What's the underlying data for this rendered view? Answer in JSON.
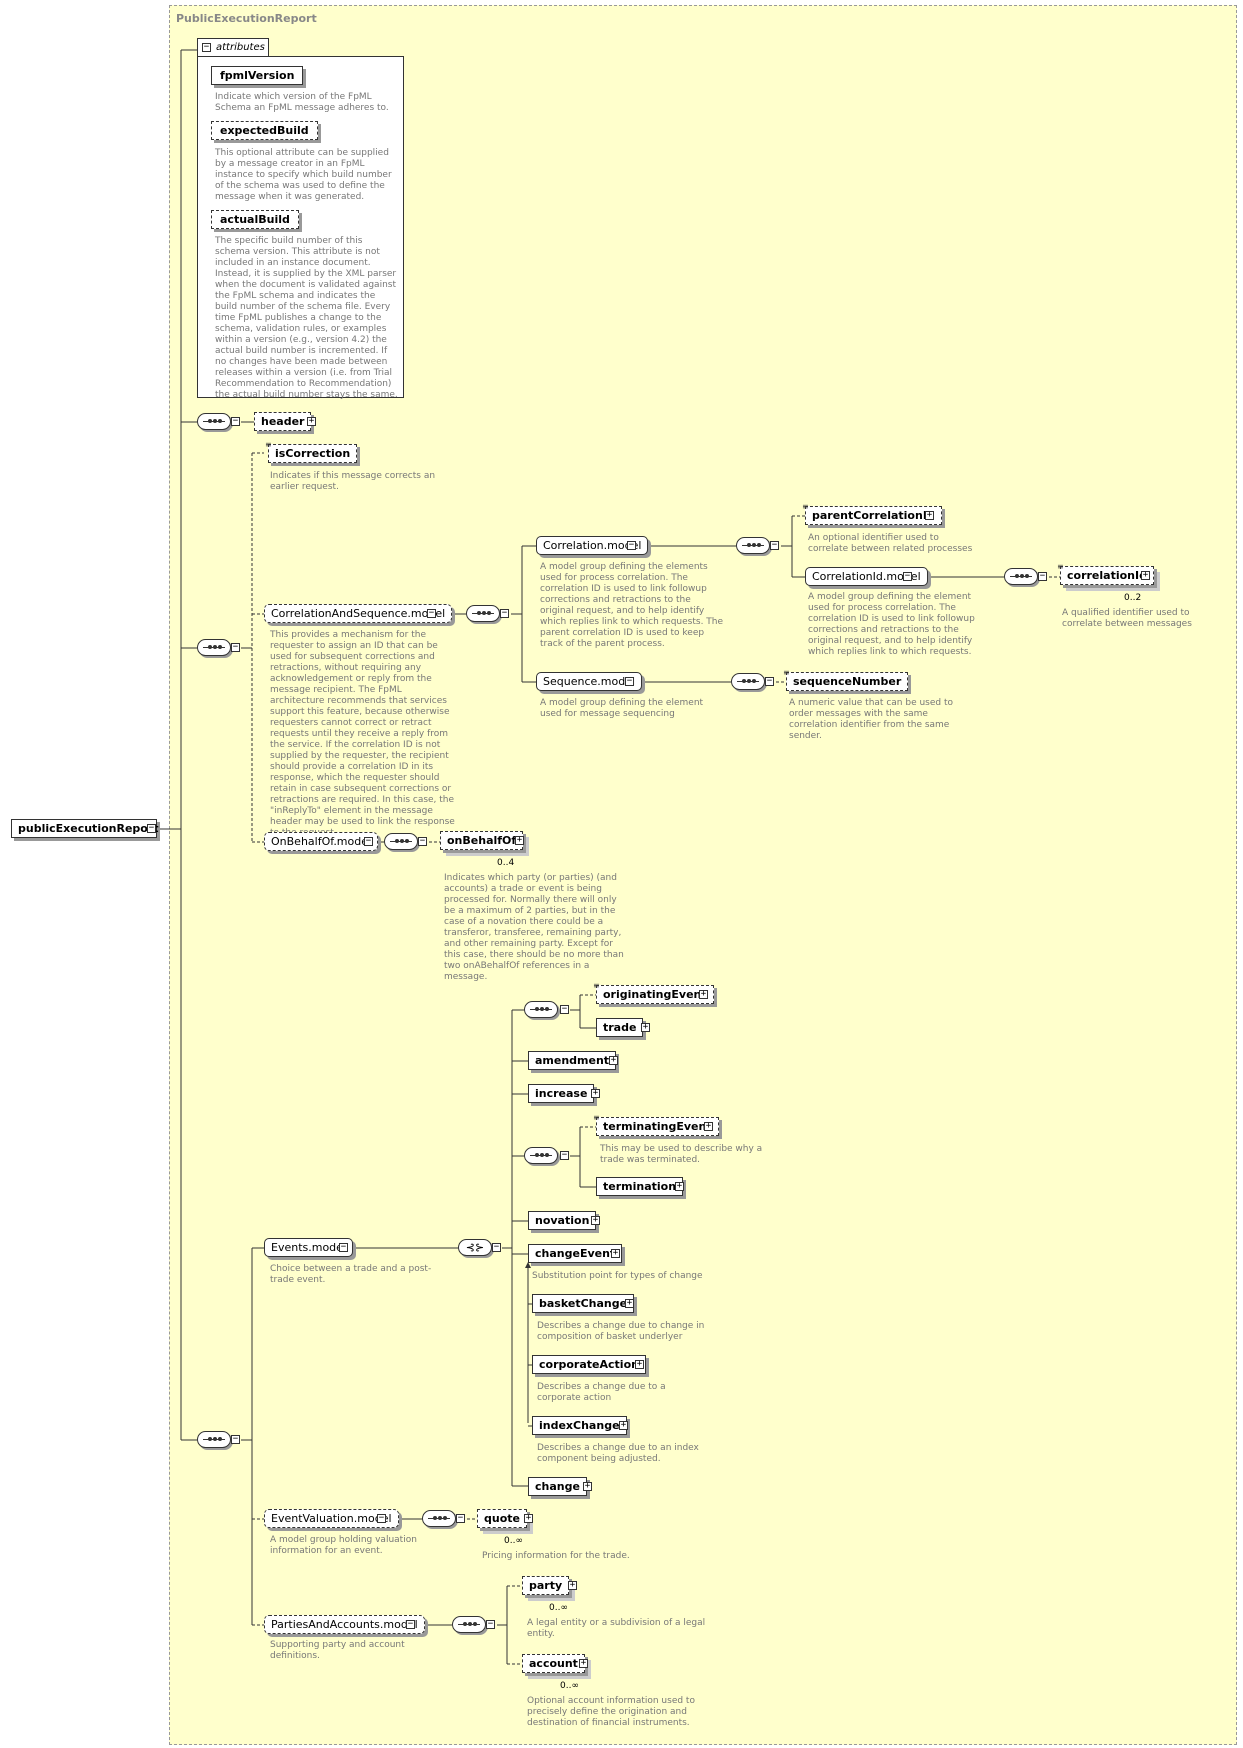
{
  "diagram": {
    "panel_title": "PublicExecutionReport",
    "root": "publicExecutionReport",
    "attributes": {
      "tab_label": "attributes",
      "items": [
        {
          "name": "fpmlVersion",
          "desc": "Indicate which version of the FpML Schema an FpML message adheres to."
        },
        {
          "name": "expectedBuild",
          "desc": "This optional attribute can be supplied by a message creator in an FpML instance to specify which build number of the schema was used to define the message when it was generated."
        },
        {
          "name": "actualBuild",
          "desc": "The specific build number of this schema version. This attribute is not included in an instance document. Instead, it is supplied by the XML parser when the document is validated against the FpML schema and indicates the build number of the schema file. Every time FpML publishes a change to the schema, validation rules, or examples within a version (e.g., version 4.2) the actual build number is incremented. If no changes have been made between releases within a version (i.e. from Trial Recommendation to Recommendation) the actual build number stays the same."
        }
      ]
    },
    "header": "header",
    "isCorrection": {
      "name": "isCorrection",
      "desc": "Indicates if this message corrects an earlier request."
    },
    "correlationAndSequence": {
      "name": "CorrelationAndSequence.model",
      "desc": "This provides a mechanism for the requester to assign an ID that can be used for subsequent corrections and retractions, without requiring any acknowledgement or reply from the message recipient. The FpML architecture recommends that services support this feature, because otherwise requesters cannot correct or retract requests until they receive a reply from the service. If the correlation ID is not supplied by the requester, the recipient should provide a correlation ID in its response, which the requester should retain in case subsequent corrections or retractions are required. In this case, the \"inReplyTo\" element in the message header may be used to link the response to the request."
    },
    "correlationModel": {
      "name": "Correlation.model",
      "desc": "A model group defining the elements used for process correlation. The correlation ID is used to link followup corrections and retractions to the original request, and to help identify which replies link to which requests. The parent correlation ID is used to keep track of the parent process."
    },
    "parentCorrelationId": {
      "name": "parentCorrelationId",
      "desc": "An optional identifier used to correlate between related processes"
    },
    "correlationIdModel": {
      "name": "CorrelationId.model",
      "desc": "A model group defining the element used for process correlation. The correlation ID is used to link followup corrections and retractions to the original request, and to help identify which replies link to which requests."
    },
    "correlationId": {
      "name": "correlationId",
      "card": "0..2",
      "desc": "A qualified identifier used to correlate between messages"
    },
    "sequenceModel": {
      "name": "Sequence.model",
      "desc": "A model group defining the element used for message sequencing"
    },
    "sequenceNumber": {
      "name": "sequenceNumber",
      "desc": "A numeric value that can be used to order messages with the same correlation identifier from the same sender."
    },
    "onBehalfOfModel": {
      "name": "OnBehalfOf.model"
    },
    "onBehalfOf": {
      "name": "onBehalfOf",
      "card": "0..4",
      "desc": "Indicates which party (or parties) (and accounts) a trade or event is being processed for. Normally there will only be a maximum of 2 parties, but in the case of a novation there could be a transferor, transferee, remaining party, and other remaining party. Except for this case, there should be no more than two onABehalfOf references in a message."
    },
    "eventsModel": {
      "name": "Events.model",
      "desc": "Choice between a trade and a post-trade event."
    },
    "originatingEvent": "originatingEvent",
    "trade": "trade",
    "amendment": "amendment",
    "increase": "increase",
    "terminatingEvent": {
      "name": "terminatingEvent",
      "desc": "This may be used to describe why a trade was terminated."
    },
    "termination": "termination",
    "novation": "novation",
    "changeEvent": {
      "name": "changeEvent",
      "desc": "Substitution point for types of change"
    },
    "basketChange": {
      "name": "basketChange",
      "desc": "Describes a change due to change in composition of basket underlyer"
    },
    "corporateAction": {
      "name": "corporateAction",
      "desc": "Describes a change due to a corporate action"
    },
    "indexChange": {
      "name": "indexChange",
      "desc": "Describes a change due to an index component being adjusted."
    },
    "change": "change",
    "eventValuationModel": {
      "name": "EventValuation.model",
      "desc": "A model group holding valuation information for an event."
    },
    "quote": {
      "name": "quote",
      "card": "0..∞",
      "desc": "Pricing information for the trade."
    },
    "partiesAndAccountsModel": {
      "name": "PartiesAndAccounts.model",
      "desc": "Supporting party and account definitions."
    },
    "party": {
      "name": "party",
      "card": "0..∞",
      "desc": "A legal entity or a subdivision of a legal entity."
    },
    "account": {
      "name": "account",
      "card": "0..∞",
      "desc": "Optional account information used to precisely define the origination and destination of financial instruments."
    }
  }
}
